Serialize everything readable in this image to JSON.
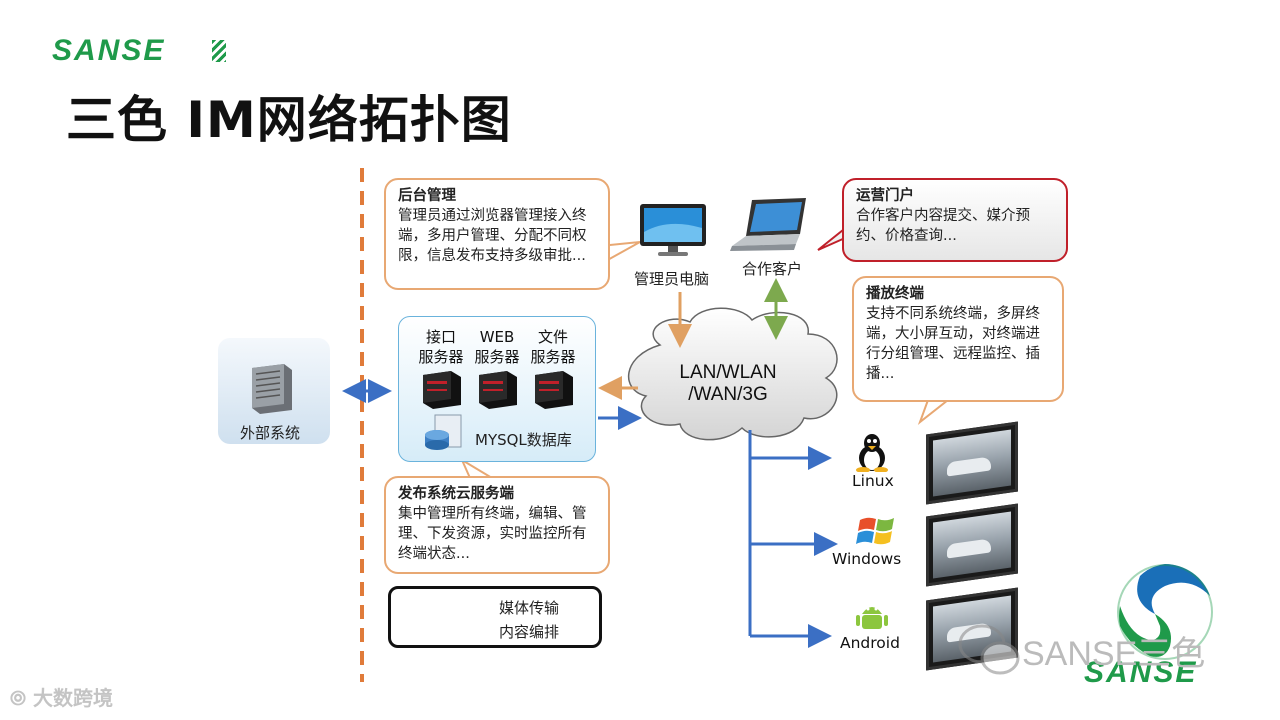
{
  "header": {
    "logo_text": "SANSE",
    "title": "三色 IM网络拓扑图"
  },
  "callouts": {
    "backend": {
      "title": "后台管理",
      "body": "管理员通过浏览器管理接入终端，多用户管理、分配不同权限，信息发布支持多级审批..."
    },
    "portal": {
      "title": "运营门户",
      "body": "合作客户内容提交、媒介预约、价格查询..."
    },
    "player": {
      "title": "播放终端",
      "body": "支持不同系统终端，多屏终端，大小屏互动，对终端进行分组管理、远程监控、插播..."
    },
    "publish": {
      "title": "发布系统云服务端",
      "body": "集中管理所有终端，编辑、管理、下发资源，实时监控所有终端状态..."
    }
  },
  "nodes": {
    "admin_pc": "管理员电脑",
    "partner": "合作客户",
    "external": "外部系统",
    "network": [
      "LAN/WLAN",
      "/WAN/3G"
    ],
    "servers": [
      {
        "line1": "接口",
        "line2": "服务器"
      },
      {
        "line1": "WEB",
        "line2": "服务器"
      },
      {
        "line1": "文件",
        "line2": "服务器"
      }
    ],
    "database": "MYSQL数据库",
    "os": [
      "Linux",
      "Windows",
      "Android"
    ]
  },
  "legend": {
    "media": "媒体传输",
    "content": "内容编排"
  },
  "colors": {
    "blue_arrow": "#3b6fc4",
    "orange_arrow": "#e0a062",
    "green_arrow": "#7da94e",
    "dashed_line": "#e07b3a",
    "brand_green": "#1f9a4a"
  },
  "watermarks": {
    "wechat": "SANSE三色",
    "corner": "大数跨境"
  }
}
